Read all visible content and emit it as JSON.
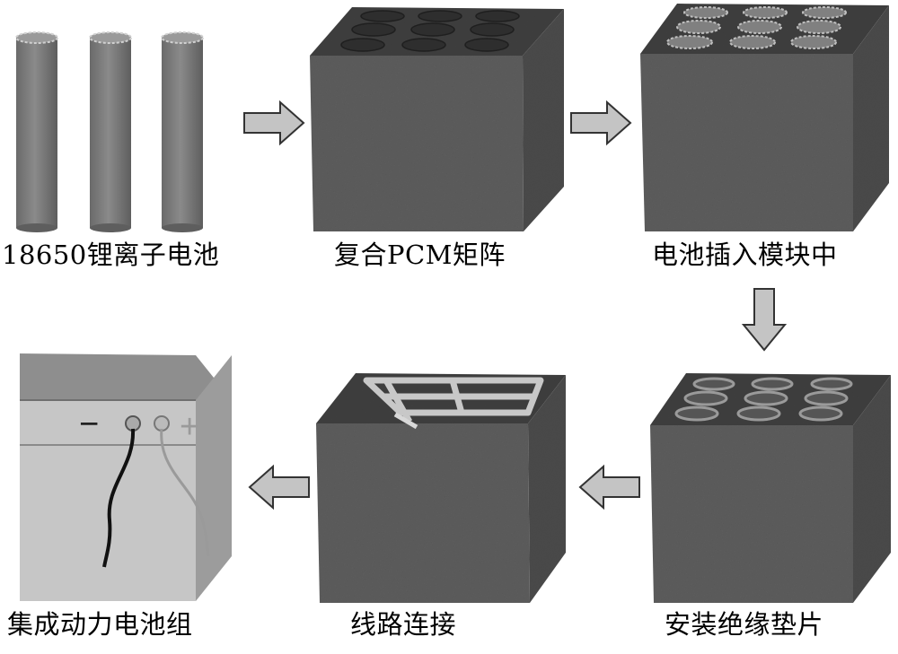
{
  "steps": {
    "s1": "18650锂离子电池",
    "s2": "复合PCM矩阵",
    "s3": "电池插入模块中",
    "s4": "安装绝缘垫片",
    "s5": "线路连接",
    "s6": "集成动力电池组"
  },
  "symbols": {
    "minus": "−",
    "plus": "+"
  },
  "colors": {
    "block_front": "#5c5c5c",
    "block_top": "#3f3f3f",
    "block_side": "#4a4a4a",
    "cell": "#777777",
    "arrow_fill": "#c4c4c4",
    "arrow_stroke": "#333333",
    "pack_front": "#c6c6c6",
    "pack_top": "#8e8e8e",
    "pack_side": "#9c9c9c"
  }
}
